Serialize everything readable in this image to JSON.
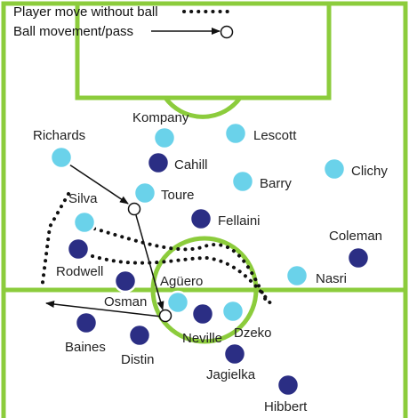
{
  "legend": {
    "move_label": "Player move without ball",
    "pass_label": "Ball movement/pass"
  },
  "colors": {
    "pitch": "#ffffff",
    "lines": "#8ccc3c",
    "team_a": "#6ad2ea",
    "team_b": "#2b2e84",
    "marker_edge": "#ffffff",
    "arrow": "#111111"
  },
  "players": {
    "kompany": "Kompany",
    "lescott": "Lescott",
    "richards": "Richards",
    "cahill": "Cahill",
    "clichy": "Clichy",
    "barry": "Barry",
    "toure": "Toure",
    "silva": "Silva",
    "fellaini": "Fellaini",
    "coleman": "Coleman",
    "rodwell": "Rodwell",
    "nasri": "Nasri",
    "aguero": "Agüero",
    "osman": "Osman",
    "neville": "Neville",
    "dzeko": "Dzeko",
    "baines": "Baines",
    "distin": "Distin",
    "jagielka": "Jagielka",
    "hibbert": "Hibbert"
  }
}
